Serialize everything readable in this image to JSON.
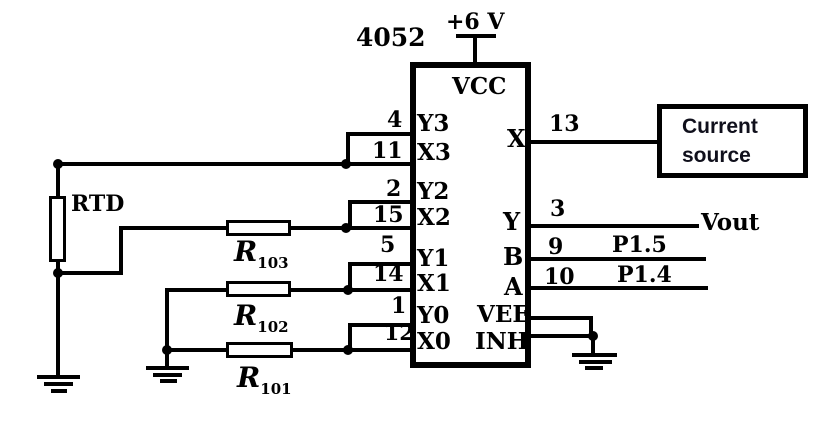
{
  "colors": {
    "ink": "#000000",
    "bg": "#ffffff",
    "box_text": "#10101c"
  },
  "chip": {
    "part_number": "4052",
    "power_label": "+6 V",
    "vcc_label": "VCC",
    "left_pins": [
      {
        "pin": "4",
        "name": "Y3"
      },
      {
        "pin": "11",
        "name": "X3"
      },
      {
        "pin": "2",
        "name": "Y2"
      },
      {
        "pin": "15",
        "name": "X2"
      },
      {
        "pin": "5",
        "name": "Y1"
      },
      {
        "pin": "14",
        "name": "X1"
      },
      {
        "pin": "1",
        "name": "Y0"
      },
      {
        "pin": "12",
        "name": "X0"
      }
    ],
    "right_pins": [
      {
        "pin": "13",
        "name": "X"
      },
      {
        "pin": "3",
        "name": "Y"
      },
      {
        "pin": "9",
        "name": "B"
      },
      {
        "pin": "10",
        "name": "A"
      },
      {
        "pin": "",
        "name": "VEE"
      },
      {
        "pin": "",
        "name": "INH"
      }
    ]
  },
  "components": {
    "rtd_label": "RTD",
    "resistors": [
      {
        "name": "R",
        "sub": "103"
      },
      {
        "name": "R",
        "sub": "102"
      },
      {
        "name": "R",
        "sub": "101"
      }
    ],
    "current_source": {
      "line1": "Current",
      "line2": "source"
    }
  },
  "nets": {
    "vout": "Vout",
    "p1_5": "P1.5",
    "p1_4": "P1.4"
  }
}
